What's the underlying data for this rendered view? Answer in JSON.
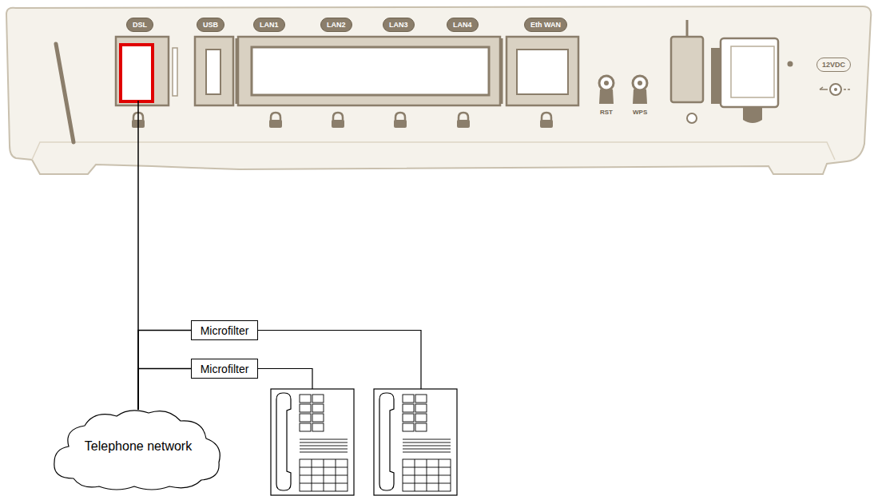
{
  "diagram": {
    "nodes": [
      {
        "text": [
          "Microfilter"
        ]
      },
      {
        "text": [
          "Microfilter"
        ]
      },
      {
        "text": [
          "Telephone network"
        ]
      }
    ],
    "edges": [
      {
        "from": 2,
        "to": 0,
        "arrow": "none"
      },
      {
        "from": 2,
        "to": 1,
        "arrow": "none"
      }
    ],
    "labels": [
      "DSL",
      "USB",
      "LAN1",
      "LAN2",
      "LAN3",
      "LAN4",
      "Eth WAN",
      "RST",
      "WPS",
      "12VDC"
    ]
  }
}
